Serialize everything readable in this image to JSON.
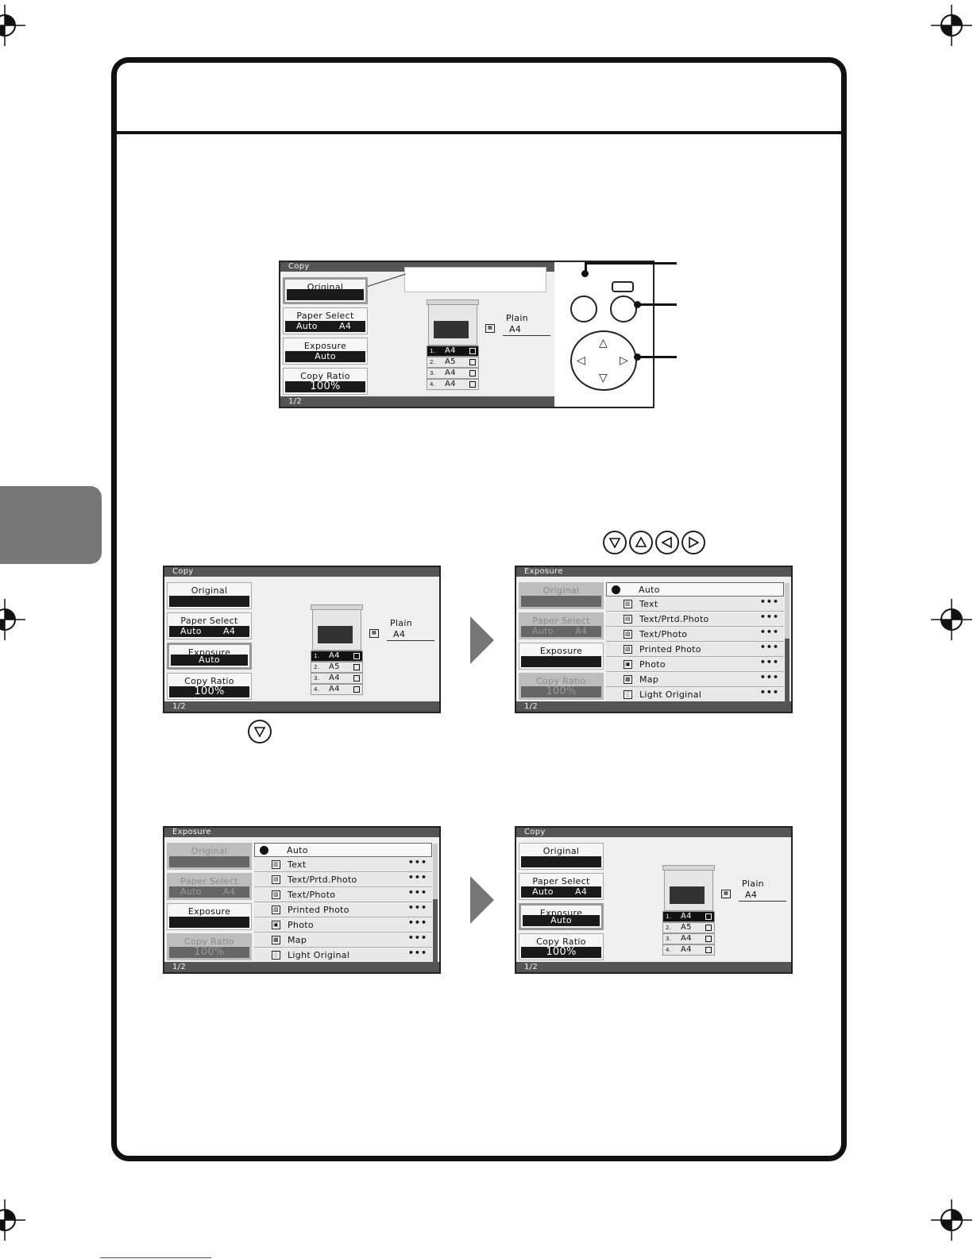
{
  "screens": {
    "copy": {
      "title": "Copy",
      "footer": "1/2",
      "original_label": "Original",
      "original_value": "",
      "paper_label": "Paper Select",
      "paper_mode": "Auto",
      "paper_size": "A4",
      "exposure_label": "Exposure",
      "exposure_value": "Auto",
      "ratio_label": "Copy Ratio",
      "ratio_value": "100%",
      "paper_type": "Plain",
      "paper_type_size": "A4",
      "trays": [
        {
          "num": "1.",
          "size": "A4"
        },
        {
          "num": "2.",
          "size": "A5"
        },
        {
          "num": "3.",
          "size": "A4"
        },
        {
          "num": "4.",
          "size": "A4"
        }
      ]
    },
    "exposure": {
      "title": "Exposure",
      "footer": "1/2",
      "options": [
        "Auto",
        "Text",
        "Text/Prtd.Photo",
        "Text/Photo",
        "Printed Photo",
        "Photo",
        "Map",
        "Light Original"
      ],
      "more": "•••"
    }
  }
}
